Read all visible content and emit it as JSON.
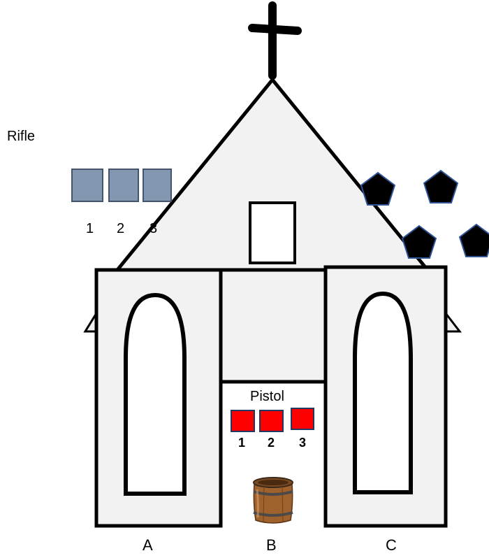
{
  "labels": {
    "rifle": "Rifle",
    "pistol": "Pistol",
    "section_a": "A",
    "section_b": "B",
    "section_c": "C"
  },
  "rifle_slots": [
    "1",
    "2",
    "3"
  ],
  "pistol_slots": [
    "1",
    "2",
    "3"
  ],
  "colors": {
    "building_fill": "#f2f2f2",
    "outline": "#000000",
    "rifle_box": "#8497b0",
    "rifle_box_border": "#44546a",
    "pistol_box": "#ff0000",
    "pistol_box_border": "#203864",
    "pentagon": "#000000",
    "pentagon_border": "#2f5597",
    "barrel_wood": "#a0622d",
    "barrel_hoop": "#4a4a4a"
  }
}
